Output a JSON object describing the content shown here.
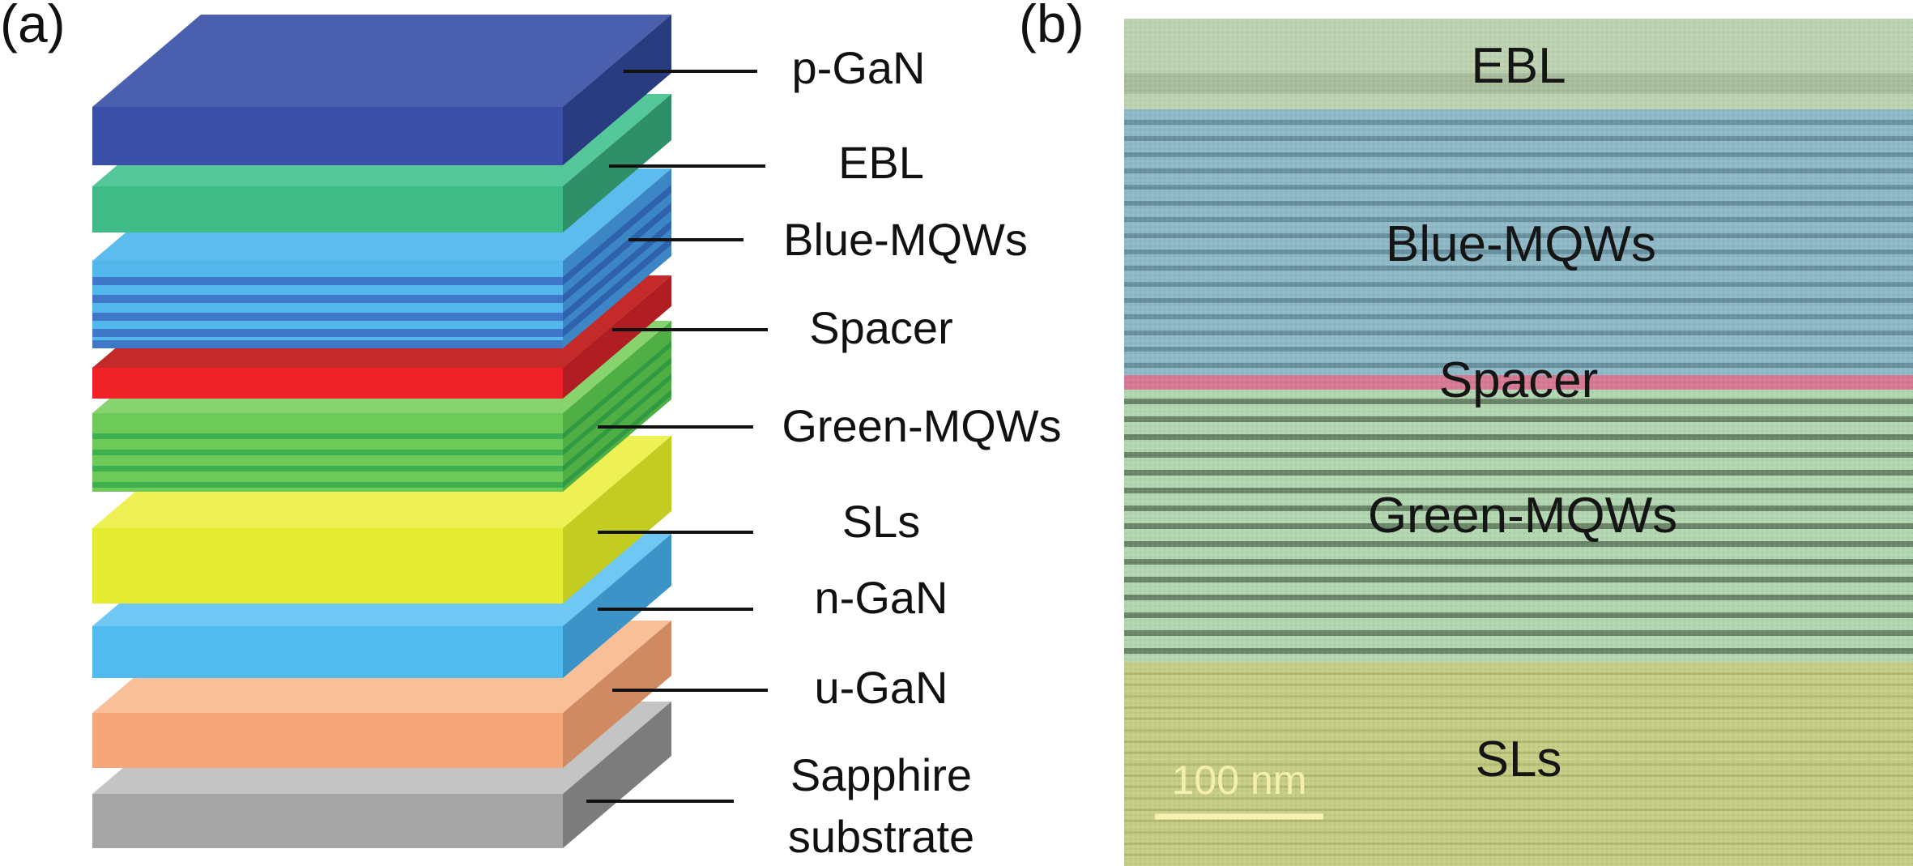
{
  "panels": {
    "a_label": "(a)",
    "b_label": "(b)"
  },
  "stack_labels": [
    {
      "id": "p-gan",
      "text": "p-GaN"
    },
    {
      "id": "ebl",
      "text": "EBL"
    },
    {
      "id": "blue-mqws",
      "text": "Blue-MQWs"
    },
    {
      "id": "spacer",
      "text": "Spacer"
    },
    {
      "id": "green-mqws",
      "text": "Green-MQWs"
    },
    {
      "id": "sls",
      "text": "SLs"
    },
    {
      "id": "n-gan",
      "text": "n-GaN"
    },
    {
      "id": "u-gan",
      "text": "u-GaN"
    },
    {
      "id": "sapphire",
      "text": "Sapphire",
      "text2": "substrate"
    }
  ],
  "tem_regions": [
    {
      "id": "ebl",
      "text": "EBL"
    },
    {
      "id": "blue-mqws",
      "text": "Blue-MQWs"
    },
    {
      "id": "spacer",
      "text": "Spacer"
    },
    {
      "id": "green-mqws",
      "text": "Green-MQWs"
    },
    {
      "id": "sls",
      "text": "SLs"
    }
  ],
  "scale_bar": {
    "text": "100 nm"
  },
  "colors": {
    "p-gan": "#3a52a8",
    "ebl": "#3fbf8c",
    "blue-mqws": "#55b7ee",
    "spacer": "#e8232a",
    "green-mqws": "#6cc95a",
    "sls": "#e3ec34",
    "n-gan": "#53bdf0",
    "u-gan": "#f6aa7c",
    "sapphire": "#a7a7a7"
  }
}
